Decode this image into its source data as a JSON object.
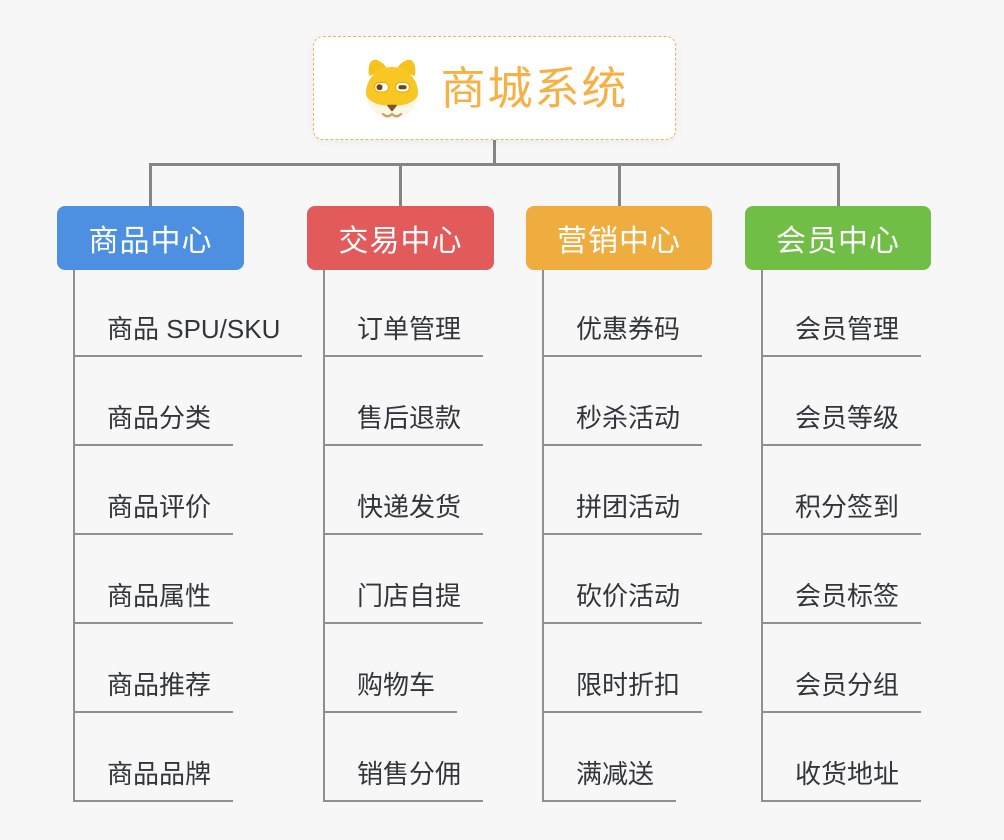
{
  "app": {
    "background_color": "#f7f7f8",
    "connector_color": "#858585"
  },
  "root": {
    "title": "商城系统",
    "icon": "dog-face-icon",
    "text_color": "#F6B044",
    "border_color": "#F0B35C"
  },
  "branches": [
    {
      "label": "商品中心",
      "color": "#4D90E2",
      "children": [
        "商品 SPU/SKU",
        "商品分类",
        "商品评价",
        "商品属性",
        "商品推荐",
        "商品品牌"
      ]
    },
    {
      "label": "交易中心",
      "color": "#E25A5A",
      "children": [
        "订单管理",
        "售后退款",
        "快递发货",
        "门店自提",
        "购物车",
        "销售分佣"
      ]
    },
    {
      "label": "营销中心",
      "color": "#EFAD40",
      "children": [
        "优惠券码",
        "秒杀活动",
        "拼团活动",
        "砍价活动",
        "限时折扣",
        "满减送"
      ]
    },
    {
      "label": "会员中心",
      "color": "#70BE45",
      "children": [
        "会员管理",
        "会员等级",
        "积分签到",
        "会员标签",
        "会员分组",
        "收货地址"
      ]
    }
  ]
}
